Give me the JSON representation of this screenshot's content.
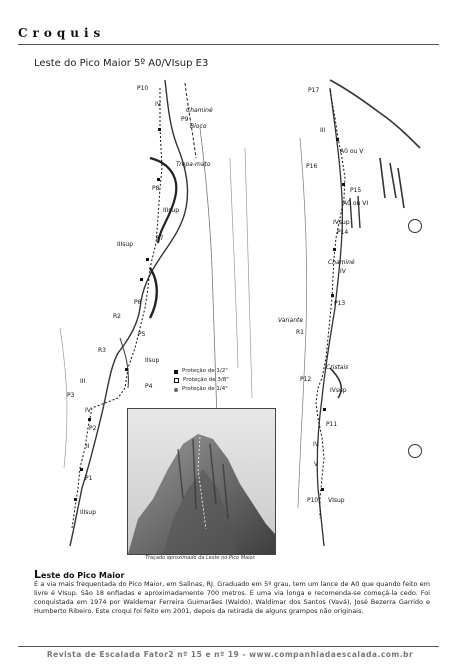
{
  "header": {
    "section": "Croquis"
  },
  "route_title": "Leste do Pico Maior 5º A0/VIsup E3",
  "left_labels": {
    "p10": "P10",
    "iv_top": "IV",
    "chamine": "Chaminé",
    "p9": "P9",
    "bloco": "Bloco",
    "trepa_mato": "Trepa-mato",
    "p8": "P8",
    "iiisup_1": "IIIsup",
    "p7": "P7",
    "iiisup_2": "IIIsup",
    "p6": "P6",
    "r2": "R2",
    "p5": "P5",
    "iisup": "IIsup",
    "r3": "R3",
    "iii": "III",
    "p4": "P4",
    "p3": "P3",
    "iv_low": "IV",
    "p2": "P2",
    "ii": "II",
    "p1": "P1",
    "iiisup_3": "IIIsup"
  },
  "right_labels": {
    "p17": "P17",
    "iii": "III",
    "a0_v": "A0 ou V",
    "p16": "P16",
    "p15": "P15",
    "a0_vi": "A0 ou VI",
    "ivsup_1": "IVsup",
    "p14": "P14",
    "chamine": "Chaminé",
    "iv": "IV",
    "p13": "P13",
    "variante": "Variante",
    "r1": "R1",
    "cristais": "Cristais",
    "p12": "P12",
    "ivsup_2": "IVsup",
    "p11": "P11",
    "iv_low": "IV",
    "v": "V",
    "p10": "P10",
    "visup": "VIsup"
  },
  "legend": [
    {
      "symbol": "square-filled",
      "label": "Proteção de 1/2\""
    },
    {
      "symbol": "square-outline",
      "label": "Proteção de 3/8\""
    },
    {
      "symbol": "dot",
      "label": "Proteção de 1/4\""
    }
  ],
  "photo_caption": "Traçado aproximado da Leste no Pico Maior.",
  "section": {
    "title_cap": "L",
    "title_rest": "este do Pico Maior",
    "body": "É a via mais frequentada do Pico Maior, em Salinas, RJ. Graduado em 5º grau, tem um lance de A0 que quando feito em livre é VIsup. São 18 enfiadas e aproximadamente 700 metros. É uma via longa e recomenda-se começá-la cedo. Foi conquistada em 1974 por Waldemar Ferreira Guimarães (Waldo), Waldimar dos Santos (Vavá), José Bezerra Garrido e Humberto Ribeiro. Este croqui foi feito em 2001, depois da retirada de alguns grampos não originais."
  },
  "footer": "Revista de Escalada Fator2 nº 15 e nº 19 - www.companhiadaescalada.com.br"
}
